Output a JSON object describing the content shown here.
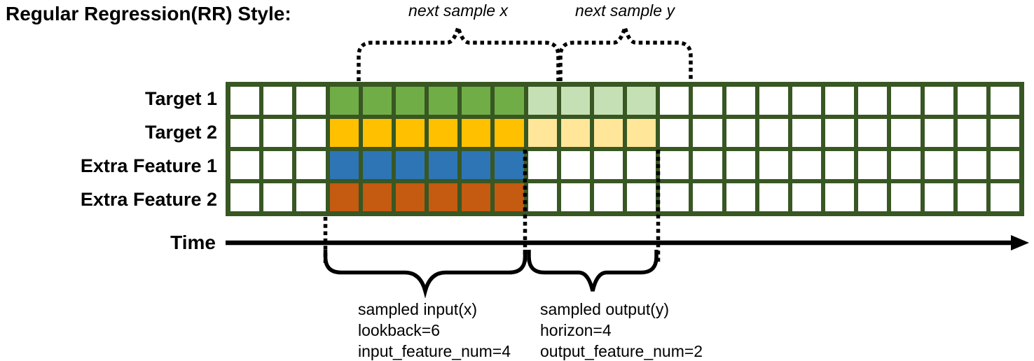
{
  "title": "Regular Regression(RR) Style:",
  "top_annotations": {
    "next_sample_x": "next sample x",
    "next_sample_y": "next sample y"
  },
  "grid": {
    "num_columns": 24,
    "num_rows": 4,
    "input_start_col": 4,
    "input_end_col": 9,
    "output_start_col": 10,
    "output_end_col": 13,
    "border_color": "#385723",
    "empty_fill": "#ffffff"
  },
  "rows": [
    {
      "label": "Target 1",
      "input_fill": "#70AD47",
      "output_fill": "#C5E0B4"
    },
    {
      "label": "Target 2",
      "input_fill": "#FFC000",
      "output_fill": "#FFE699"
    },
    {
      "label": "Extra Feature 1",
      "input_fill": "#2E75B6",
      "output_fill": null
    },
    {
      "label": "Extra Feature 2",
      "input_fill": "#C55A11",
      "output_fill": null
    }
  ],
  "time_axis": {
    "label": "Time"
  },
  "bottom_annotations": {
    "input": {
      "lines": [
        "sampled input(x)",
        "lookback=6",
        "input_feature_num=4"
      ]
    },
    "output": {
      "lines": [
        "sampled output(y)",
        "horizon=4",
        "output_feature_num=2"
      ]
    }
  },
  "diagram_colors": {
    "line_color": "#000000"
  }
}
